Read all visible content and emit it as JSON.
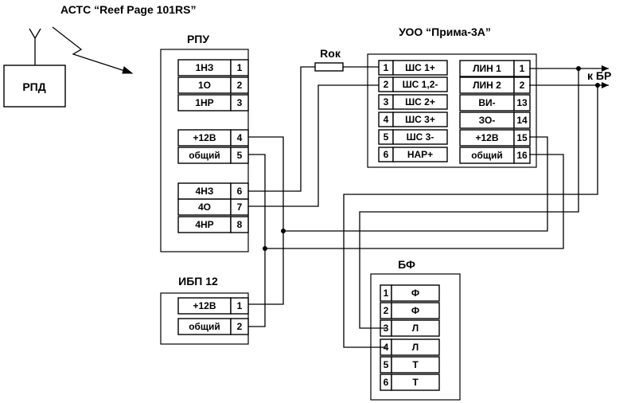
{
  "title": "АСТС “Reef Page 101RS”",
  "rpd": {
    "label": "РПД"
  },
  "rpu": {
    "title": "РПУ",
    "terminals": [
      {
        "label": "1НЗ",
        "num": "1"
      },
      {
        "label": "1О",
        "num": "2"
      },
      {
        "label": "1НР",
        "num": "3"
      },
      {
        "label": "+12В",
        "num": "4"
      },
      {
        "label": "общий",
        "num": "5"
      },
      {
        "label": "4НЗ",
        "num": "6"
      },
      {
        "label": "4О",
        "num": "7"
      },
      {
        "label": "4НР",
        "num": "8"
      }
    ]
  },
  "resistor": {
    "label": "Rок"
  },
  "uoo": {
    "title": "УОО “Прима-3А”",
    "left_terminals": [
      {
        "num": "1",
        "label": "ШС 1+"
      },
      {
        "num": "2",
        "label": "ШС 1,2-"
      },
      {
        "num": "3",
        "label": "ШС 2+"
      },
      {
        "num": "4",
        "label": "ШС 3+"
      },
      {
        "num": "5",
        "label": "ШС 3-"
      },
      {
        "num": "6",
        "label": "НАР+"
      }
    ],
    "right_terminals": [
      {
        "label": "ЛИН 1",
        "num": "1"
      },
      {
        "label": "ЛИН 2",
        "num": "2"
      },
      {
        "label": "ВИ-",
        "num": "13"
      },
      {
        "label": "ЗО-",
        "num": "14"
      },
      {
        "label": "+12В",
        "num": "15"
      },
      {
        "label": "общий",
        "num": "16"
      }
    ]
  },
  "to_br": {
    "label": "к БР"
  },
  "ibp": {
    "title": "ИБП 12",
    "terminals": [
      {
        "label": "+12В",
        "num": "1"
      },
      {
        "label": "общий",
        "num": "2"
      }
    ]
  },
  "bf": {
    "title": "БФ",
    "terminals": [
      {
        "num": "1",
        "label": "Ф"
      },
      {
        "num": "2",
        "label": "Ф"
      },
      {
        "num": "3",
        "label": "Л"
      },
      {
        "num": "4",
        "label": "Л"
      },
      {
        "num": "5",
        "label": "Т"
      },
      {
        "num": "6",
        "label": "Т"
      }
    ]
  }
}
